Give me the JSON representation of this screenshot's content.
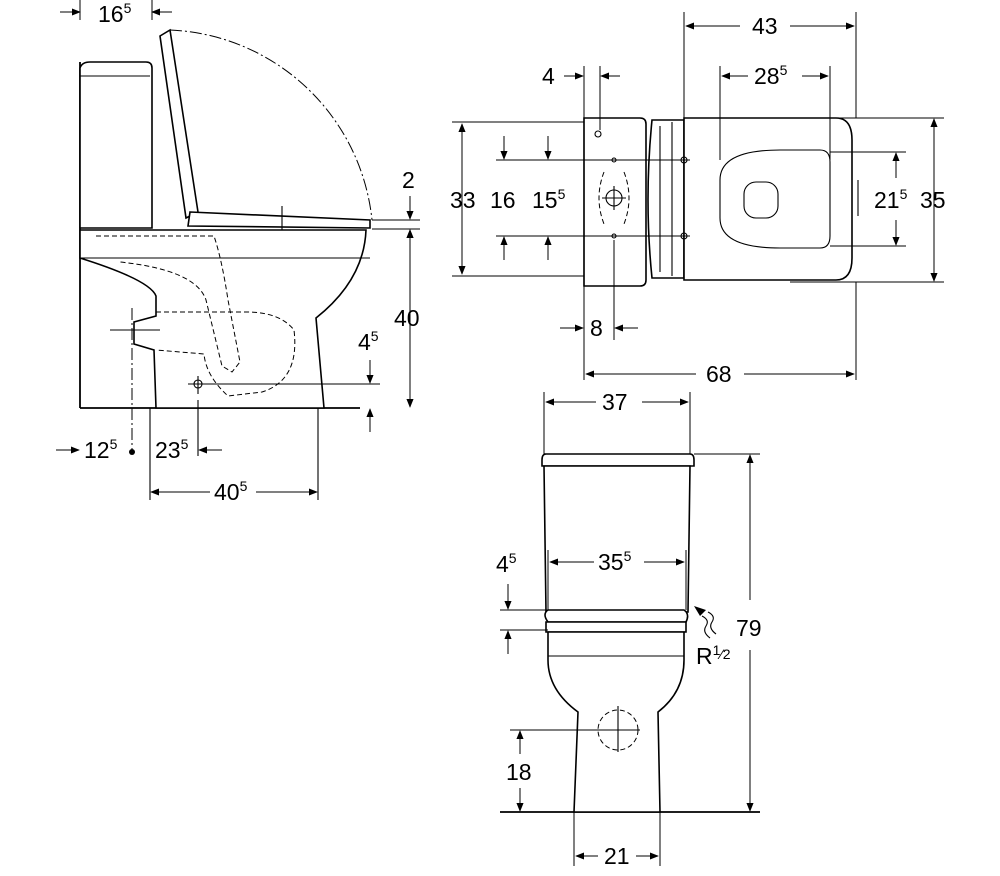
{
  "side_view": {
    "dims": {
      "lid_offset": {
        "main": "16",
        "sup": "5"
      },
      "seat_thickness": {
        "main": "2",
        "sup": ""
      },
      "seat_height": {
        "main": "40",
        "sup": ""
      },
      "outlet_height": {
        "main": "4",
        "sup": "5"
      },
      "wall_to_axis": {
        "main": "12",
        "sup": "5"
      },
      "axis_to_outlet": {
        "main": "23",
        "sup": "5"
      },
      "axis_to_front": {
        "main": "40",
        "sup": "5"
      }
    }
  },
  "top_view": {
    "dims": {
      "overall_width": {
        "main": "43",
        "sup": ""
      },
      "wall_offset": {
        "main": "4",
        "sup": ""
      },
      "opening_length": {
        "main": "28",
        "sup": "5"
      },
      "depth": {
        "main": "33",
        "sup": ""
      },
      "hole_spacing_outer": {
        "main": "16",
        "sup": ""
      },
      "hole_spacing_inner": {
        "main": "15",
        "sup": "5"
      },
      "opening_width": {
        "main": "21",
        "sup": "5"
      },
      "overall_depth": {
        "main": "35",
        "sup": ""
      },
      "cistern_offset": {
        "main": "8",
        "sup": ""
      },
      "overall_length": {
        "main": "68",
        "sup": ""
      }
    }
  },
  "front_view": {
    "dims": {
      "cistern_width": {
        "main": "37",
        "sup": ""
      },
      "seat_width": {
        "main": "35",
        "sup": "5"
      },
      "seat_gap": {
        "main": "4",
        "sup": "5"
      },
      "total_height": {
        "main": "79",
        "sup": ""
      },
      "water_connection": {
        "main": "R",
        "sup": "1",
        "tail": "⁄2"
      },
      "outlet_height": {
        "main": "18",
        "sup": ""
      },
      "base_width": {
        "main": "21",
        "sup": ""
      }
    }
  }
}
